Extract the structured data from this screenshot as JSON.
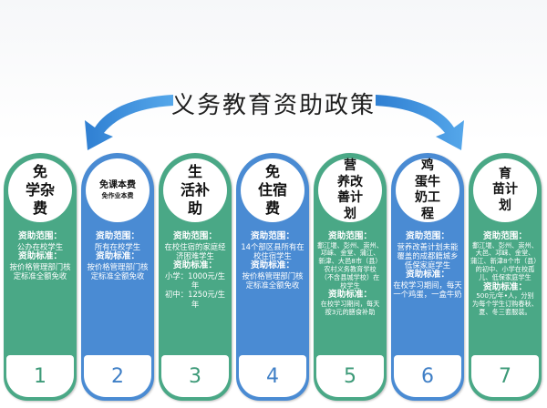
{
  "title": "义务教育资助政策",
  "colors": {
    "green": "#4aa886",
    "blue": "#4a8bd3",
    "arrow": "#3d8ad6"
  },
  "cards": [
    {
      "number": "1",
      "color": "green",
      "name_lines": [
        "免",
        "学杂",
        "费"
      ],
      "body_lines": [
        {
          "text": "资助范围：",
          "head": true
        },
        {
          "text": "公办在校学生",
          "head": false
        },
        {
          "text": "资助标准：",
          "head": true
        },
        {
          "text": "按价格管理部门核",
          "head": false
        },
        {
          "text": "定标准全额免收",
          "head": false
        }
      ]
    },
    {
      "number": "2",
      "color": "blue",
      "name_lines": [
        "免课本费",
        "免作业本费"
      ],
      "body_lines": [
        {
          "text": "资助范围：",
          "head": true
        },
        {
          "text": "所有在校学生",
          "head": false
        },
        {
          "text": "资助标准：",
          "head": true
        },
        {
          "text": "按价格管理部门核",
          "head": false
        },
        {
          "text": "定标准全额免收",
          "head": false
        }
      ]
    },
    {
      "number": "3",
      "color": "green",
      "name_lines": [
        "生",
        "活补",
        "助"
      ],
      "body_lines": [
        {
          "text": "资助范围：",
          "head": true
        },
        {
          "text": "在校住宿的家庭经",
          "head": false
        },
        {
          "text": "济困难学生",
          "head": false
        },
        {
          "text": "资助标准：",
          "head": true
        },
        {
          "text": "小学：1000元/生 年",
          "head": false
        },
        {
          "text": "初中：1250元/生 年",
          "head": false
        }
      ]
    },
    {
      "number": "4",
      "color": "blue",
      "name_lines": [
        "免",
        "住宿",
        "费"
      ],
      "body_lines": [
        {
          "text": "资助范围：",
          "head": true
        },
        {
          "text": "14个部区县所有在",
          "head": false
        },
        {
          "text": "校住宿学生",
          "head": false
        },
        {
          "text": "资助标准：",
          "head": true
        },
        {
          "text": "按价格管理部门核",
          "head": false
        },
        {
          "text": "定标准全额免收",
          "head": false
        }
      ]
    },
    {
      "number": "5",
      "color": "green",
      "name_lines": [
        "营",
        "养改",
        "善计",
        "划"
      ],
      "body_lines": [
        {
          "text": "资助范围：",
          "head": true
        },
        {
          "text": "鄱江堰、彭州、崇州、",
          "head": false
        },
        {
          "text": "邛崃、金堂、蒲江、",
          "head": false
        },
        {
          "text": "新津、大邑8市（县）",
          "head": false
        },
        {
          "text": "农村义务教育学校",
          "head": false
        },
        {
          "text": "（不含县城学校）在",
          "head": false
        },
        {
          "text": "校学生",
          "head": false
        },
        {
          "text": "资助标准：",
          "head": true
        },
        {
          "text": "在校学习期间，每天",
          "head": false
        },
        {
          "text": "按3元的膳食补助",
          "head": false
        }
      ]
    },
    {
      "number": "6",
      "color": "blue",
      "name_lines": [
        "鸡",
        "蛋牛",
        "奶工",
        "程"
      ],
      "body_lines": [
        {
          "text": "资助范围：",
          "head": true
        },
        {
          "text": "营养改善计划未能",
          "head": false
        },
        {
          "text": "覆盖的成都籍城乡",
          "head": false
        },
        {
          "text": "低保家庭学生",
          "head": false
        },
        {
          "text": "资助标准：",
          "head": true
        },
        {
          "text": "在校学习期间，每天",
          "head": false
        },
        {
          "text": "一个鸡蛋，一盒牛奶",
          "head": false
        }
      ]
    },
    {
      "number": "7",
      "color": "green",
      "name_lines": [
        "育",
        "苗计",
        "划"
      ],
      "body_lines": [
        {
          "text": "资助范围：",
          "head": true
        },
        {
          "text": "鄱江堰、彭州、崇州、",
          "head": false
        },
        {
          "text": "大邑、邛崃、金堂、",
          "head": false
        },
        {
          "text": "蒲江、新津8个市（县）",
          "head": false
        },
        {
          "text": "的初中、小学在校孤",
          "head": false
        },
        {
          "text": "儿、低保家庭学生",
          "head": false
        },
        {
          "text": "资助标准：",
          "head": true
        },
        {
          "text": "500元/年•人，分别",
          "head": false
        },
        {
          "text": "为每个学生订购春秋、",
          "head": false
        },
        {
          "text": "夏、冬三套服装。",
          "head": false
        }
      ]
    }
  ]
}
